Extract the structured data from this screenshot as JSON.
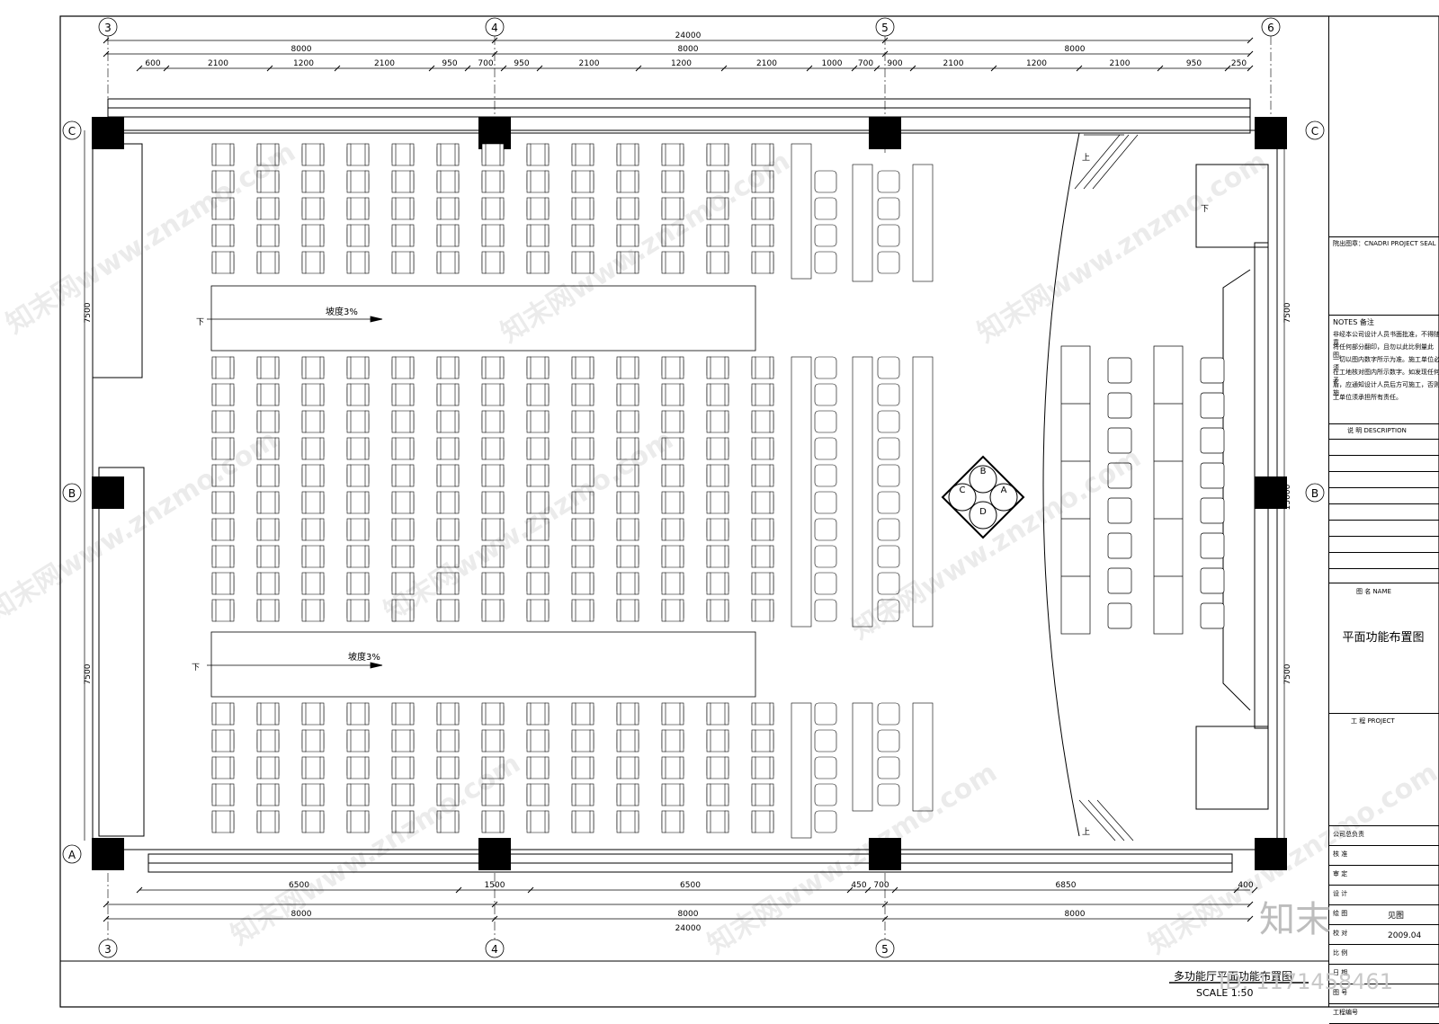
{
  "axes_top": [
    "3",
    "4",
    "5",
    "6"
  ],
  "axes_bottom": [
    "3",
    "4",
    "5"
  ],
  "axes_side": [
    "C",
    "B",
    "A"
  ],
  "dims_top_total": "24000",
  "dims_top_bays": [
    "8000",
    "8000",
    "8000"
  ],
  "dims_top_detail": [
    "600",
    "2100",
    "1200",
    "2100",
    "950",
    "700",
    "950",
    "2100",
    "1200",
    "2100",
    "1000",
    "700",
    "900",
    "2100",
    "1200",
    "2100",
    "950",
    "250"
  ],
  "dims_bottom_detail": [
    "6500",
    "1500",
    "6500",
    "450",
    "700",
    "6850",
    "400"
  ],
  "dims_bottom_bays": [
    "8000",
    "8000",
    "8000"
  ],
  "dims_bottom_total": "24000",
  "dims_left": [
    "7500",
    "7500"
  ],
  "dims_right": [
    "7500",
    "15000",
    "7500"
  ],
  "slope_label": "坡度3%",
  "down_mark": "下",
  "up_mark": "上",
  "lift_labels": [
    "B",
    "C",
    "A",
    "D"
  ],
  "title_block": {
    "seal": "院出图章：CNADRI PROJECT SEAL",
    "notes_title": "NOTES  备注",
    "notes_lines": [
      "非经本公司设计人员书面批准，不得随意",
      "将任何部分翻印，且勿以此比例量此图。",
      "一切以图内数字所示为准。施工单位必须",
      "在工地核对图内所示数字。如发现任何矛",
      "盾，应通知设计人员后方可施工，否则施",
      "工单位须承担所有责任。"
    ],
    "description": "说  明  DESCRIPTION",
    "name_label": "图  名 NAME",
    "drawing_name": "平面功能布置图",
    "project_label": "工  程 PROJECT",
    "sign_rows": [
      "公司总负责",
      "核  准",
      "审  定",
      "设  计",
      "绘  图",
      "校  对",
      "比  例",
      "日  期",
      "图  号",
      "工程编号"
    ],
    "scale_value": "见图",
    "date_value": "2009.04"
  },
  "drawing_title": "多功能厅平面功能布置图",
  "drawing_scale": "SCALE  1:50",
  "watermark": "知末网www.znzmo.com",
  "brand": "知末",
  "image_id": "ID: 1171458461"
}
